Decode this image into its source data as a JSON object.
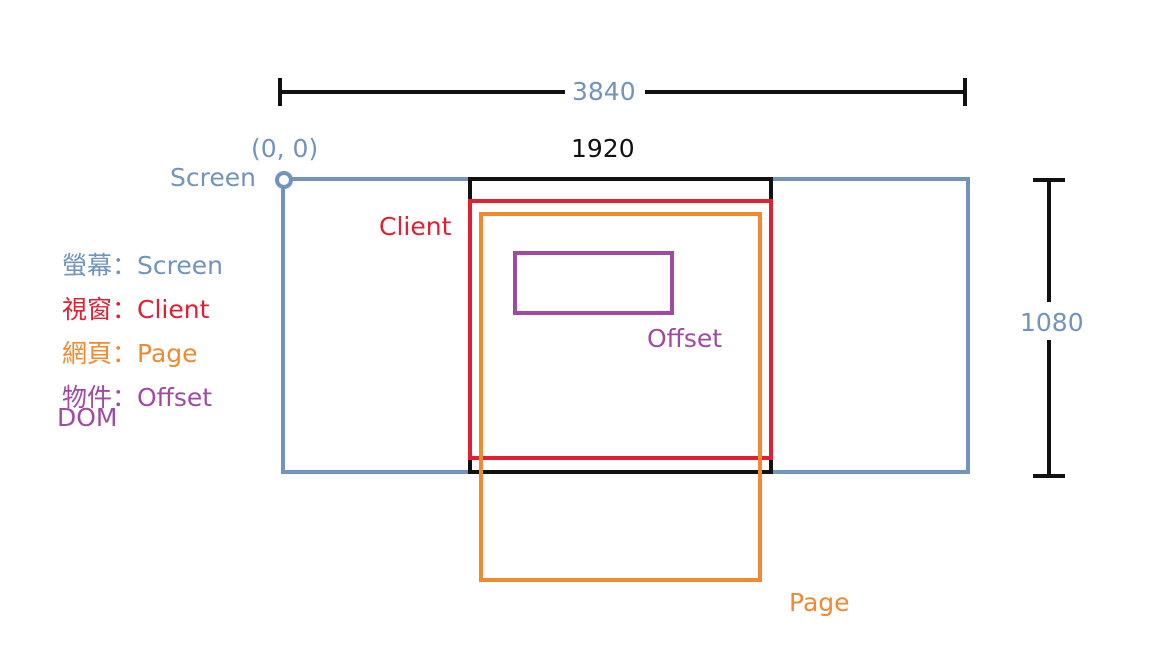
{
  "colors": {
    "screen": "#7094be",
    "client": "#e02030",
    "page": "#f08930",
    "offset": "#a04aa5",
    "dimension": "#111111"
  },
  "dimensions": {
    "total_width": "3840",
    "display_width": "1920",
    "height": "1080"
  },
  "origin_label": "(0, 0)",
  "box_labels": {
    "screen": "Screen",
    "client": "Client",
    "offset": "Offset",
    "page": "Page"
  },
  "legend": {
    "items": [
      {
        "text": "螢幕：Screen"
      },
      {
        "text": "視窗：Client"
      },
      {
        "text": "網頁：Page"
      },
      {
        "text": "物件：Offset"
      }
    ],
    "trailing": "DOM"
  }
}
